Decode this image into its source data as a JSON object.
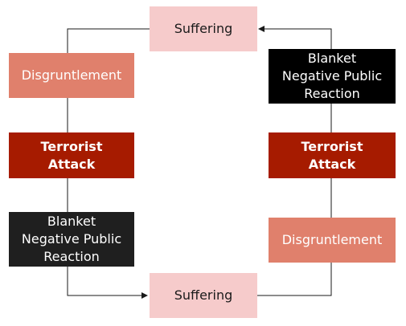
{
  "nodes": {
    "suffering_top": "Suffering",
    "disgruntlement_left": "Disgruntlement",
    "terrorist_attack_left": "Terrorist\nAttack",
    "reaction_left": "Blanket\nNegative Public\nReaction",
    "suffering_bottom": "Suffering",
    "reaction_right": "Blanket\nNegative Public\nReaction",
    "terrorist_attack_right": "Terrorist\nAttack",
    "disgruntlement_right": "Disgruntlement"
  },
  "colors": {
    "suffering": "#f6cbcb",
    "disgruntlement": "#e0806c",
    "terrorist_attack": "#a61b00",
    "reaction": "#000000",
    "connector": "#1a1a1a"
  }
}
